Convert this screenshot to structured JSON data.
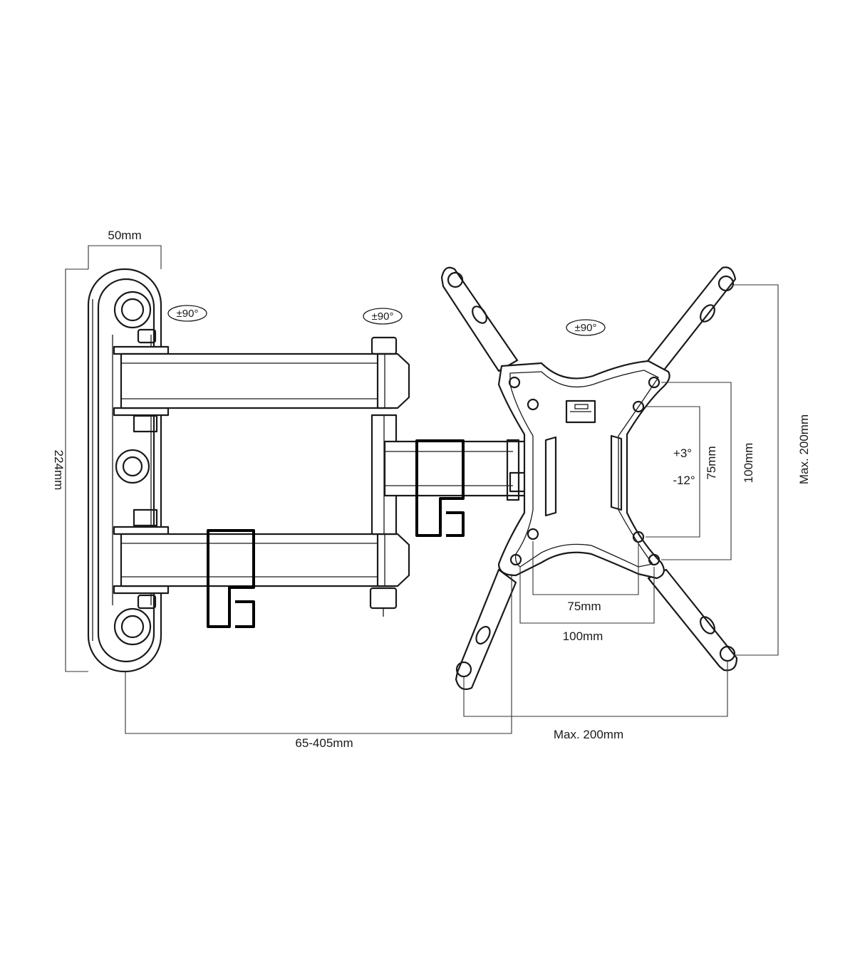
{
  "dimensions": {
    "wall_plate_width": "50mm",
    "wall_plate_height": "224mm",
    "extension_range": "65-405mm",
    "vesa_small_h": "75mm",
    "vesa_large_h": "100mm",
    "vesa_small_v": "75mm",
    "vesa_large_v": "100mm",
    "vesa_max_h": "Max. 200mm",
    "vesa_max_v": "Max. 200mm"
  },
  "rotation": {
    "swivel_wall": "±90°",
    "swivel_middle": "±90°",
    "rotation_plate": "±90°"
  },
  "tilt": {
    "up": "+3°",
    "down": "-12°"
  },
  "colors": {
    "line": "#1a1a1a",
    "background": "#ffffff"
  }
}
